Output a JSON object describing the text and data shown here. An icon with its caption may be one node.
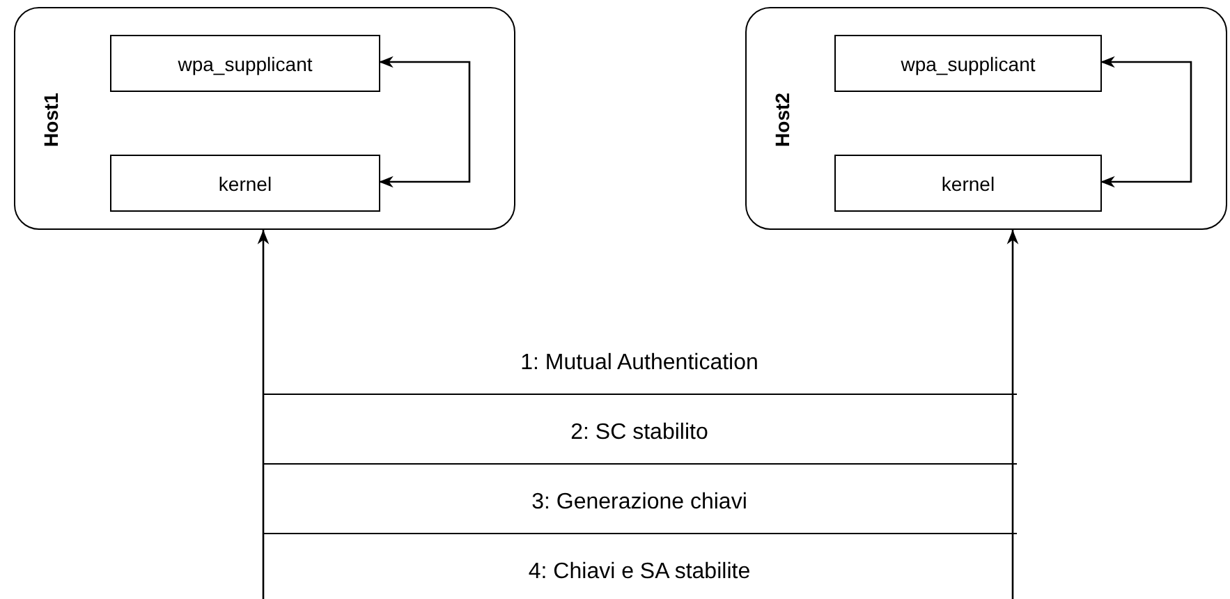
{
  "diagram": {
    "nodes": [
      {
        "text": [
          "Host1"
        ]
      },
      {
        "text": [
          "wpa_supplicant"
        ],
        "in": 0
      },
      {
        "text": [
          "kernel"
        ],
        "in": 0
      },
      {
        "text": [
          "Host2"
        ]
      },
      {
        "text": [
          "wpa_supplicant"
        ],
        "in": 3
      },
      {
        "text": [
          "kernel"
        ],
        "in": 3
      }
    ],
    "edges": [
      {
        "from": 1,
        "to": 2,
        "arrow": "both"
      },
      {
        "from": 4,
        "to": 5,
        "arrow": "both"
      },
      {
        "from": null,
        "to": 0,
        "arrow": "to"
      },
      {
        "from": null,
        "to": 3,
        "arrow": "to"
      }
    ],
    "labels": [
      "1: Mutual Authentication",
      "2: SC stabilito",
      "3: Generazione chiavi",
      "4: Chiavi e SA stabilite"
    ]
  }
}
